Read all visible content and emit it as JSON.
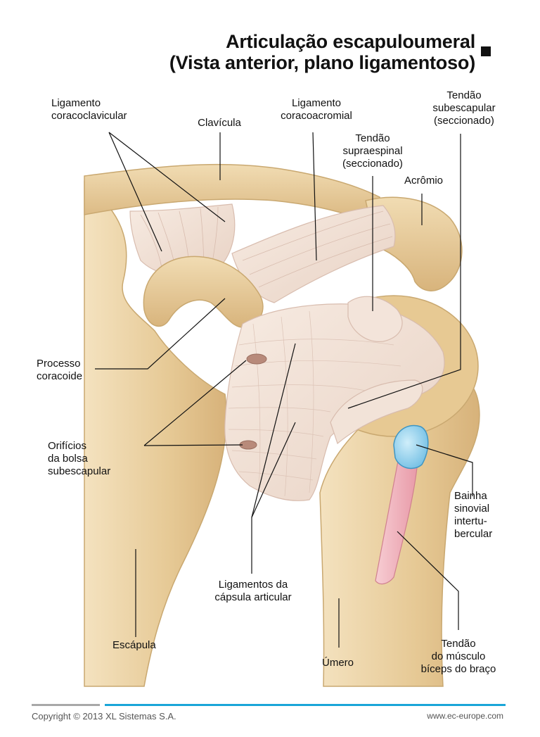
{
  "title": {
    "line1": "Articulação escapuloumeral",
    "line2": "(Vista anterior, plano ligamentoso)"
  },
  "labels": {
    "ligamento_coracoclavicular": [
      "Ligamento",
      "coracoclavicular"
    ],
    "clavicula": [
      "Clavícula"
    ],
    "ligamento_coracoacromial": [
      "Ligamento",
      "coracoacromial"
    ],
    "tendao_subescapular": [
      "Tendão",
      "subescapular",
      "(seccionado)"
    ],
    "tendao_supraespinal": [
      "Tendão",
      "supraespinal",
      "(seccionado)"
    ],
    "acromio": [
      "Acrômio"
    ],
    "processo_coracoide": [
      "Processo",
      "coracoide"
    ],
    "orificios_bolsa": [
      "Orifícios",
      "da bolsa",
      "subescapular"
    ],
    "bainha_sinovial": [
      "Bainha",
      "sinovial",
      "intertu-",
      "bercular"
    ],
    "ligamentos_capsula": [
      "Ligamentos da",
      "cápsula articular"
    ],
    "escapula": [
      "Escápula"
    ],
    "umero": [
      "Úmero"
    ],
    "tendao_biceps": [
      "Tendão",
      "do músculo",
      "bíceps do braço"
    ]
  },
  "footer": {
    "copyright": "Copyright © 2013 XL Sistemas S.A.",
    "website": "www.ec-europe.com"
  },
  "colors": {
    "bone": "#e9cf9f",
    "bone_shadow": "#c9a870",
    "ligament": "#f3e2d6",
    "ligament_line": "#d8bcae",
    "synovial": "#9fd6ef",
    "biceps_tendon": "#f2b6c0",
    "leader": "#111111",
    "footer_blue": "#1aa6d8"
  }
}
